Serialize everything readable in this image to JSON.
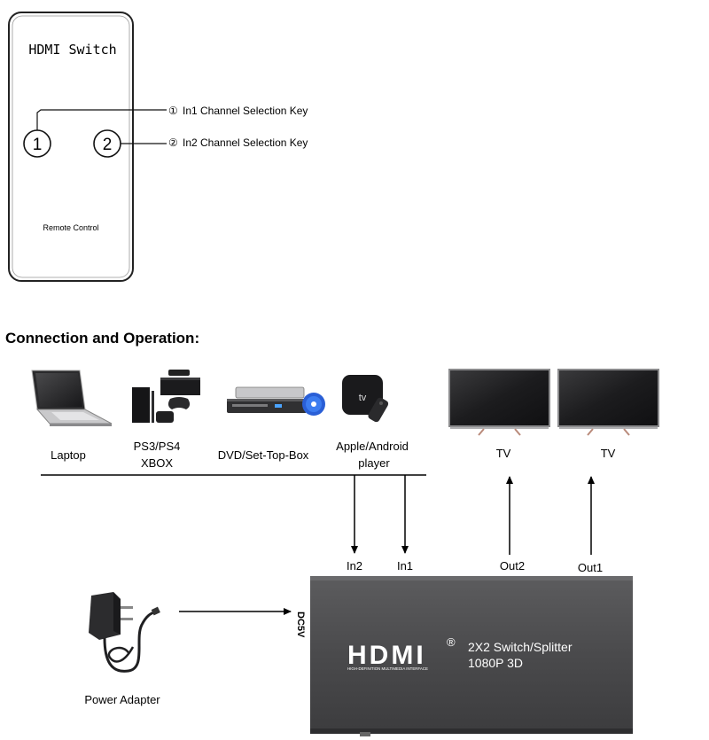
{
  "remote": {
    "title": "HDMI Switch",
    "footer": "Remote Control",
    "keys": [
      {
        "label": "1",
        "callout_marker": "①",
        "callout_text": "In1 Channel Selection Key"
      },
      {
        "label": "2",
        "callout_marker": "②",
        "callout_text": "In2 Channel Selection Key"
      }
    ]
  },
  "section_title": "Connection and Operation:",
  "sources": [
    {
      "label_line1": "Laptop",
      "label_line2": "",
      "icon": "laptop-icon"
    },
    {
      "label_line1": "PS3/PS4",
      "label_line2": "XBOX",
      "icon": "game-console-icon"
    },
    {
      "label_line1": "DVD/Set-Top-Box",
      "label_line2": "",
      "icon": "dvd-player-icon"
    },
    {
      "label_line1": "Apple/Android",
      "label_line2": "player",
      "icon": "media-player-icon"
    }
  ],
  "displays": [
    {
      "label": "TV",
      "icon": "tv-icon"
    },
    {
      "label": "TV",
      "icon": "tv-icon"
    }
  ],
  "ports": {
    "in2": "In2",
    "in1": "In1",
    "out2": "Out2",
    "out1": "Out1",
    "power": "DC5V"
  },
  "device": {
    "logo": "HDMI",
    "logo_registered": "®",
    "logo_tagline": "HIGH-DEFINITION MULTIMEDIA INTERFACE",
    "model_line1": "2X2 Switch/Splitter",
    "model_line2": "1080P 3D"
  },
  "power_adapter": {
    "label": "Power Adapter",
    "icon": "power-adapter-icon"
  }
}
